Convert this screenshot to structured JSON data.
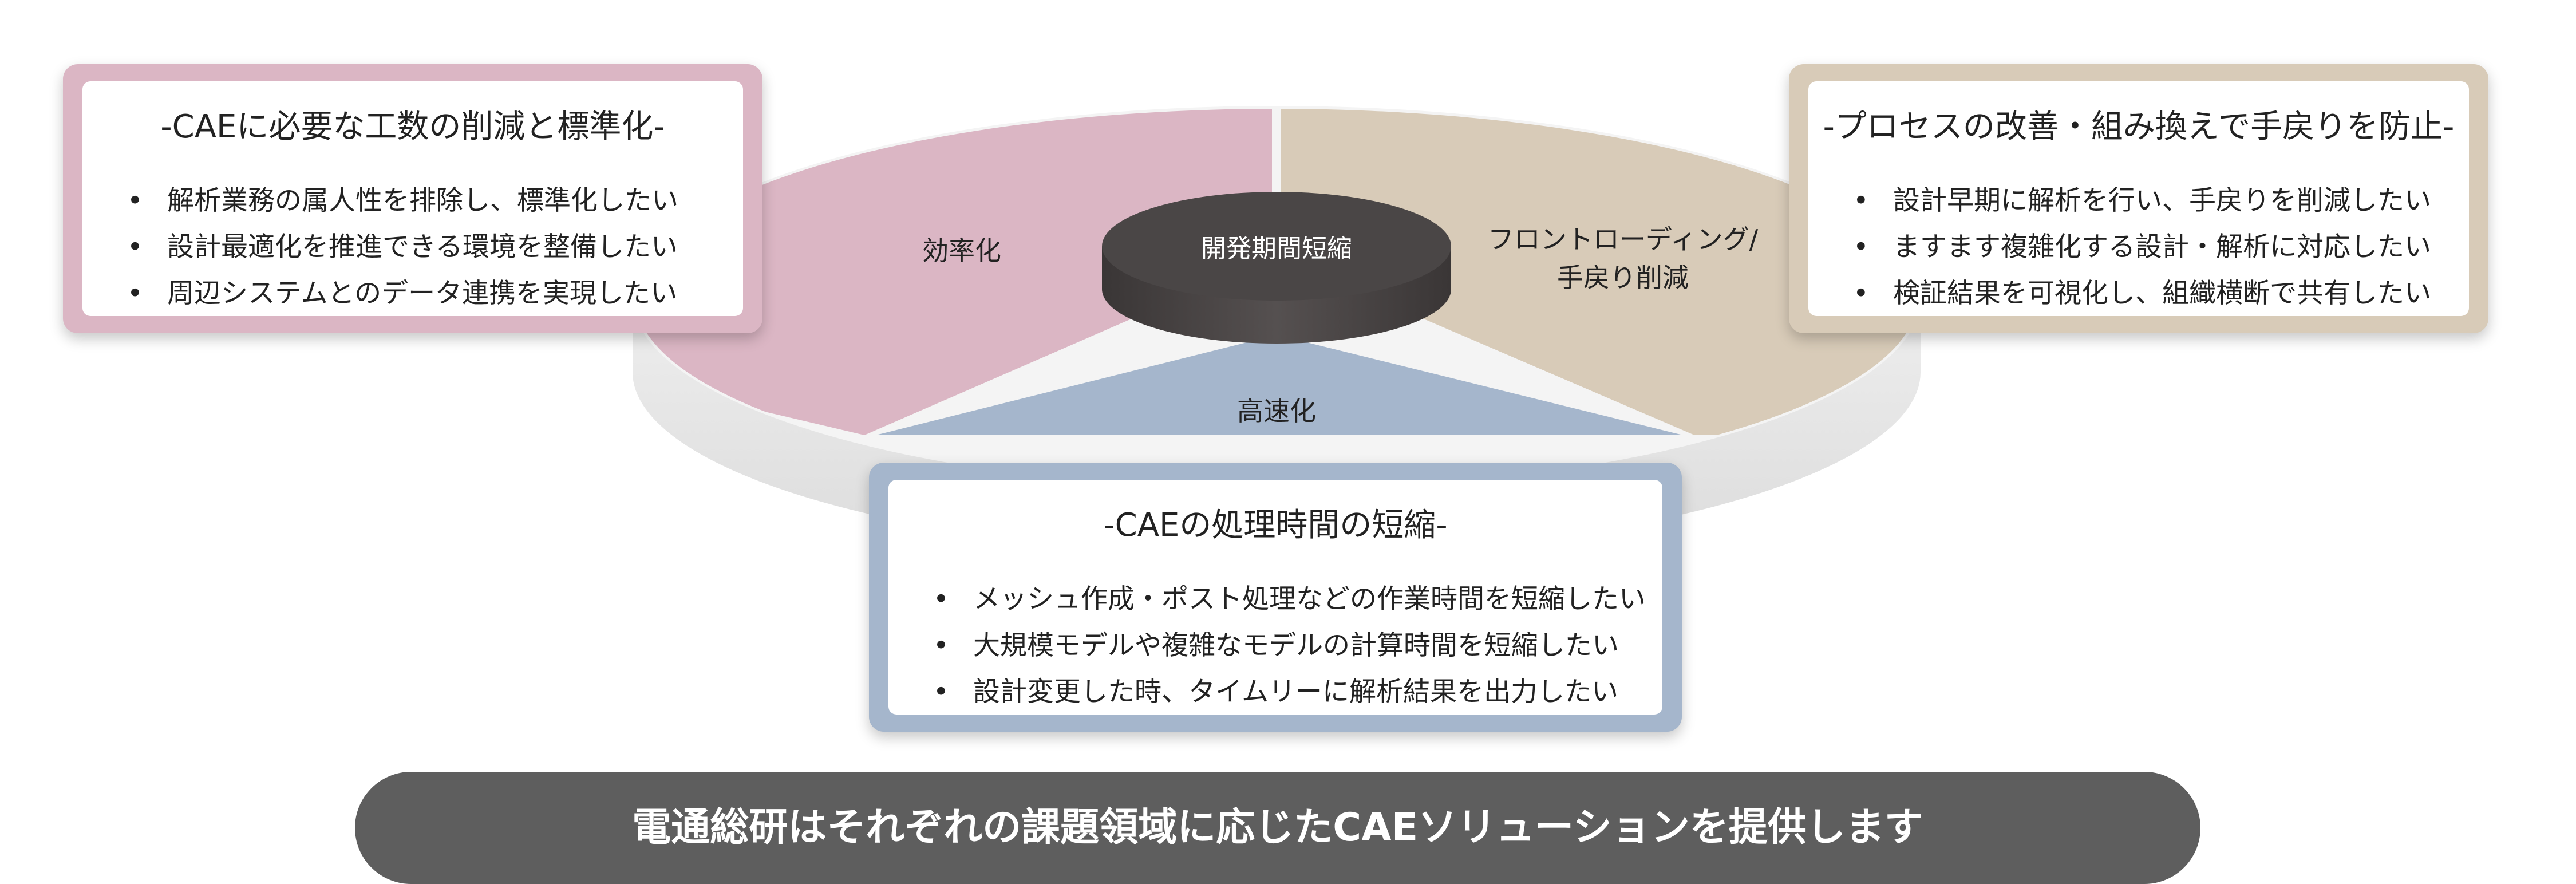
{
  "colors": {
    "efficiency": "#dbb6c4",
    "speedup": "#a5b6cc",
    "frontloading": "#d8cbb8",
    "center_disc": "#4a4646",
    "banner": "#5e5e5e"
  },
  "diagram": {
    "center_label": "開発期間短縮",
    "segments": {
      "efficiency": "効率化",
      "speedup": "高速化",
      "frontloading_line1": "フロントローディング/",
      "frontloading_line2": "手戻り削減"
    }
  },
  "cards": {
    "left": {
      "title": "-CAEに必要な工数の削減と標準化-",
      "items": [
        "解析業務の属人性を排除し、標準化したい",
        "設計最適化を推進できる環境を整備したい",
        "周辺システムとのデータ連携を実現したい"
      ]
    },
    "right": {
      "title": "-プロセスの改善・組み換えで手戻りを防止-",
      "items": [
        "設計早期に解析を行い、手戻りを削減したい",
        "ますます複雑化する設計・解析に対応したい",
        "検証結果を可視化し、組織横断で共有したい"
      ]
    },
    "bottom": {
      "title": "-CAEの処理時間の短縮-",
      "items": [
        "メッシュ作成・ポスト処理などの作業時間を短縮したい",
        "大規模モデルや複雑なモデルの計算時間を短縮したい",
        "設計変更した時、タイムリーに解析結果を出力したい"
      ]
    }
  },
  "banner": {
    "text": "電通総研はそれぞれの課題領域に応じたCAEソリューションを提供します"
  }
}
